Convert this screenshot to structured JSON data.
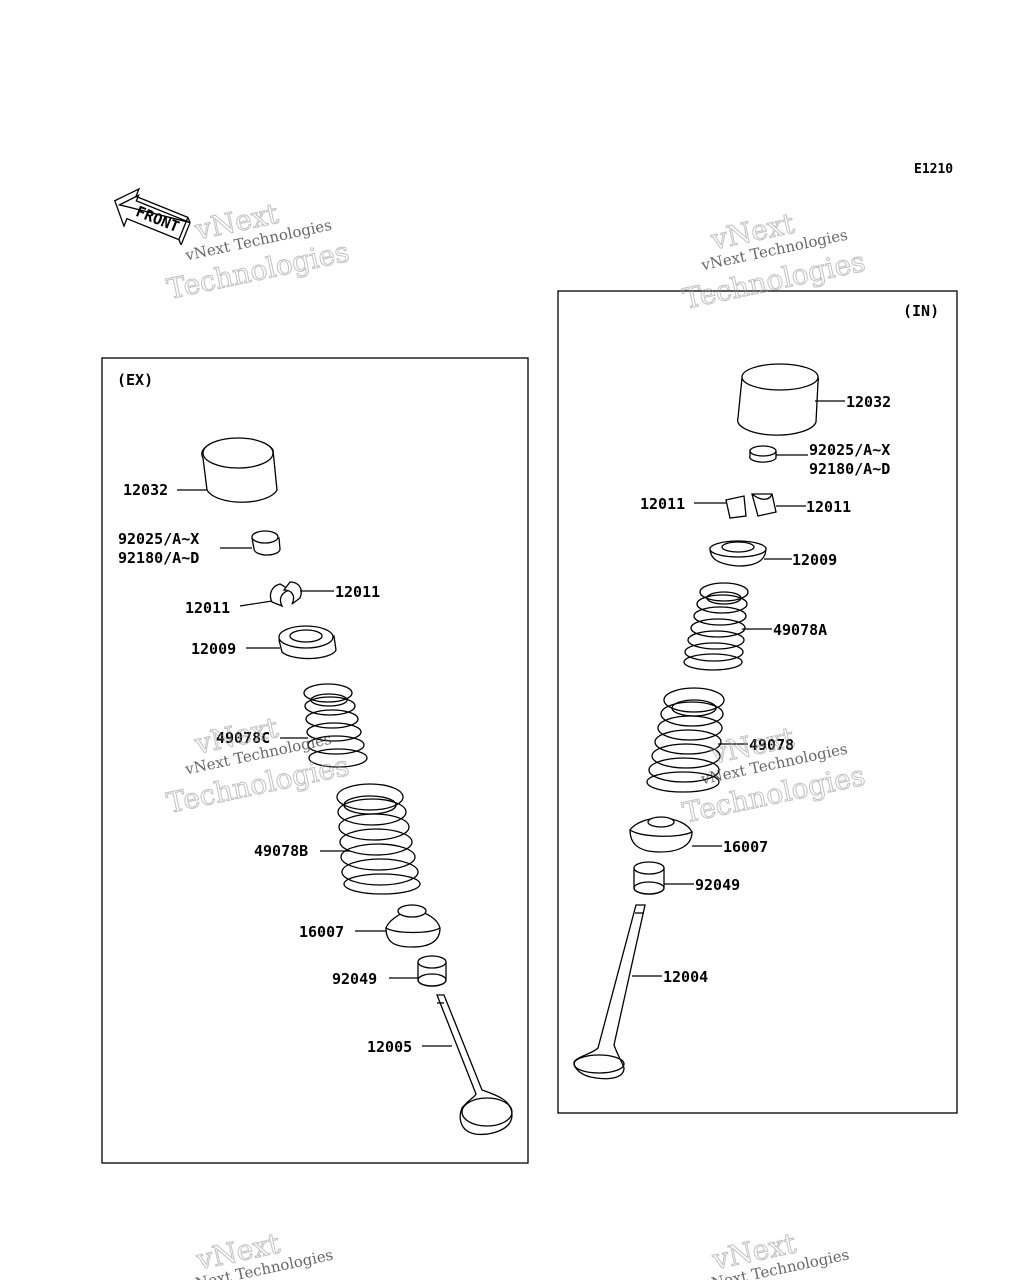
{
  "diagram": {
    "reference_code": "E1210",
    "front_arrow_label": "FRONT",
    "watermark": {
      "line1": "vNext Technologies",
      "line2": "vNext",
      "line3": "Technologies"
    },
    "panels": {
      "exhaust": {
        "title": "(EX)",
        "labels": {
          "lifter": "12032",
          "shim_a": "92025/A~X",
          "shim_b": "92180/A~D",
          "cotter_left": "12011",
          "cotter_right": "12011",
          "retainer": "12009",
          "inner_spring": "49078C",
          "outer_spring": "49078B",
          "spring_seat": "16007",
          "stem_seal": "92049",
          "valve": "12005"
        }
      },
      "intake": {
        "title": "(IN)",
        "labels": {
          "lifter": "12032",
          "shim_a": "92025/A~X",
          "shim_b": "92180/A~D",
          "cotter_left": "12011",
          "cotter_right": "12011",
          "retainer": "12009",
          "inner_spring": "49078A",
          "outer_spring": "49078",
          "spring_seat": "16007",
          "stem_seal": "92049",
          "valve": "12004"
        }
      }
    }
  }
}
